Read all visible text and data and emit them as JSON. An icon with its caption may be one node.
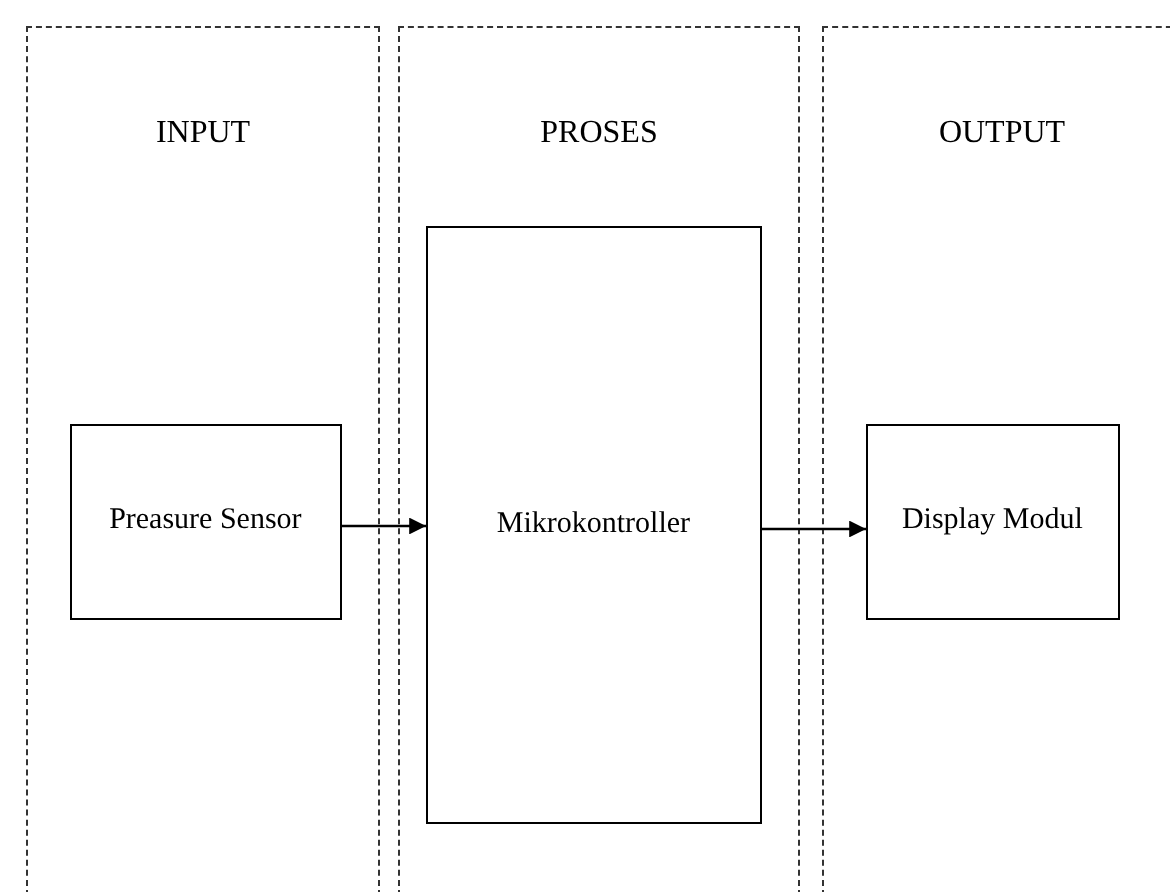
{
  "diagram": {
    "nodes": [
      {
        "text": [
          "INPUT"
        ]
      },
      {
        "text": [
          "PROSES"
        ]
      },
      {
        "text": [
          "OUTPUT"
        ]
      },
      {
        "text": [
          "Preasure Sensor"
        ],
        "in": 0
      },
      {
        "text": [
          "Mikrokontroller"
        ],
        "in": 1
      },
      {
        "text": [
          "Display Modul"
        ],
        "in": 2
      }
    ],
    "edges": [
      {
        "from": 3,
        "to": 4,
        "arrow": "to"
      },
      {
        "from": 4,
        "to": 5,
        "arrow": "to"
      }
    ]
  }
}
